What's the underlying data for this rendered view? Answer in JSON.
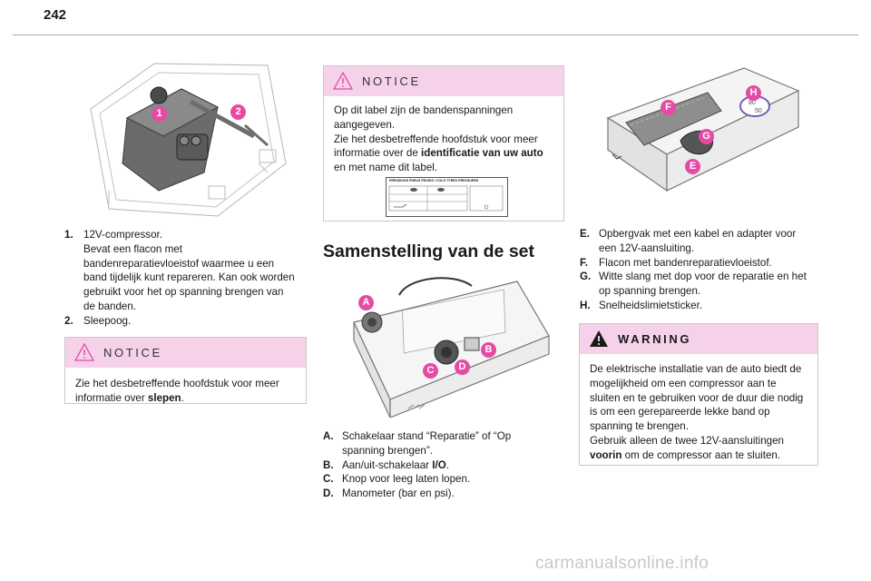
{
  "page": {
    "number": "242",
    "watermark": "carmanualsonline.info"
  },
  "column1": {
    "callouts": [
      "1",
      "2"
    ],
    "items": [
      {
        "key": "1.",
        "lines": [
          "12V-compressor.",
          "Bevat een flacon met",
          "bandenreparatievloeistof waarmee u een",
          "band tijdelijk kunt repareren. Kan ook worden",
          "gebruikt voor het op spanning brengen van",
          "de banden."
        ]
      },
      {
        "key": "2.",
        "lines": [
          "Sleepoog."
        ]
      }
    ],
    "notice": {
      "label": "NOTICE",
      "line1": "Zie het desbetreffende hoofdstuk voor meer",
      "line2_pre": "informatie over ",
      "line2_bold": "slepen",
      "line2_post": "."
    }
  },
  "column2": {
    "notice": {
      "label": "NOTICE",
      "line1": "Op dit label zijn de bandenspanningen",
      "line2": "aangegeven.",
      "line3": "Zie het desbetreffende hoofdstuk voor meer",
      "line4_pre": "informatie over de ",
      "line4_bold": "identificatie van uw auto",
      "line5": "en met name dit label.",
      "tyre_label_header": "PRESSIONS PNEUS FROIDS / COLD TYRES PRESSURES"
    },
    "section_title": "Samenstelling van de set",
    "callouts": [
      "A",
      "B",
      "C",
      "D"
    ],
    "items": [
      {
        "key": "A.",
        "lines": [
          "Schakelaar stand “Reparatie” of “Op",
          "spanning brengen”."
        ]
      },
      {
        "key": "B.",
        "pre": "Aan/uit-schakelaar ",
        "bold": "I/O",
        "post": "."
      },
      {
        "key": "C.",
        "lines": [
          "Knop voor leeg laten lopen."
        ]
      },
      {
        "key": "D.",
        "lines": [
          "Manometer (bar en psi)."
        ]
      }
    ]
  },
  "column3": {
    "callouts": [
      "F",
      "G",
      "E",
      "H"
    ],
    "sticker_values": [
      "80",
      "50"
    ],
    "items": [
      {
        "key": "E.",
        "lines": [
          "Opbergvak met een kabel en adapter voor",
          "een 12V-aansluiting."
        ]
      },
      {
        "key": "F.",
        "lines": [
          "Flacon met bandenreparatievloeistof."
        ]
      },
      {
        "key": "G.",
        "lines": [
          "Witte slang met dop voor de reparatie en het",
          "op spanning brengen."
        ]
      },
      {
        "key": "H.",
        "lines": [
          "Snelheidslimietsticker."
        ]
      }
    ],
    "warning": {
      "label": "WARNING",
      "line1": "De elektrische installatie van de auto biedt de",
      "line2": "mogelijkheid om een compressor aan te",
      "line3": "sluiten en te gebruiken voor de duur die nodig",
      "line4": "is om een gerepareerde lekke band op",
      "line5": "spanning te brengen.",
      "line6": "Gebruik alleen de twee 12V-aansluitingen",
      "line7_bold": "voorin",
      "line7_post": " om de compressor aan te sluiten."
    }
  },
  "colors": {
    "callout": "#e64aa4",
    "notice_header": "#f5d2ea",
    "warning_header": "#f5d2ea",
    "rule": "#a8a8a8"
  }
}
